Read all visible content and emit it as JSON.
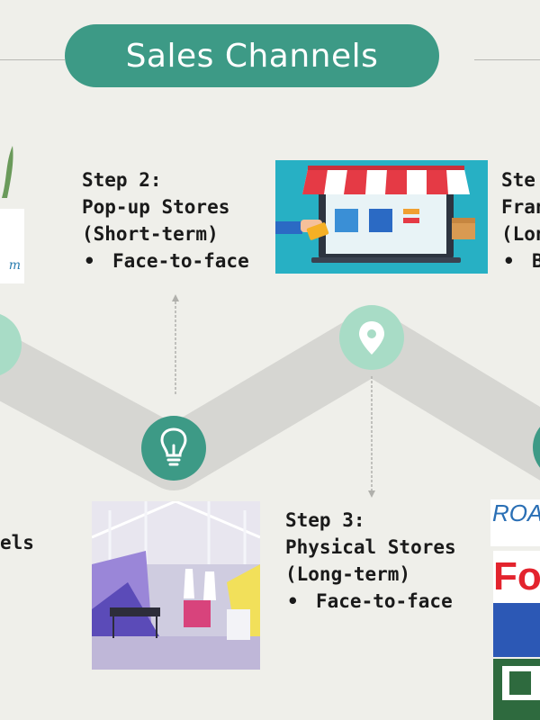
{
  "title": "Sales Channels",
  "steps": [
    {
      "heading": "Step 2:",
      "lines": [
        "Pop-up Stores",
        "(Short-term)"
      ],
      "bullet": "Face-to-face"
    },
    {
      "heading": "Step 3:",
      "lines": [
        "Physical Stores",
        "(Long-term)"
      ],
      "bullet": "Face-to-face"
    },
    {
      "heading": "Ste",
      "lines": [
        "Fran",
        "(Lon"
      ],
      "bullet": "B"
    }
  ],
  "left_partial_text": "els",
  "logo_partial_text": "m",
  "brand_partial": {
    "roa": "ROA",
    "fo": "Fo"
  },
  "icons": {
    "pin": "map-pin-icon",
    "bulb": "lightbulb-icon"
  },
  "colors": {
    "accent": "#3d9a86",
    "light_circle": "#a8dcc6",
    "road": "#d6d6d2",
    "text": "#1a1a1a"
  }
}
